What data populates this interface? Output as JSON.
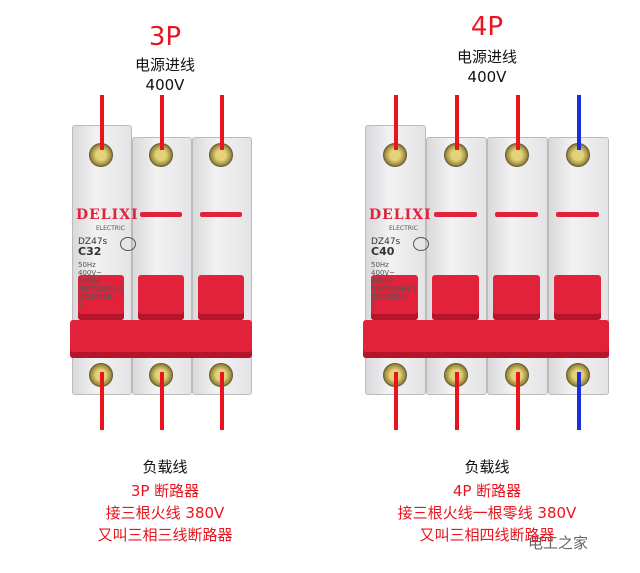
{
  "left": {
    "title": "3P",
    "subtitle": "电源进线",
    "voltage": "400V",
    "brand": "DELIXI",
    "brand_sub": "ELECTRIC",
    "model": "DZ47s",
    "rating": "C32",
    "spec": "50Hz 400V~ 6000A GB/T10963.1 IEC60898-1",
    "bottom_label": "负载线",
    "lines": [
      "3P 断路器",
      "接三根火线 380V",
      "又叫三相三线断路器"
    ],
    "poles": 3,
    "wire_colors": [
      "#e8141e",
      "#e8141e",
      "#e8141e"
    ]
  },
  "right": {
    "title": "4P",
    "subtitle": "电源进线",
    "voltage": "400V",
    "brand": "DELIXI",
    "brand_sub": "ELECTRIC",
    "model": "DZ47s",
    "rating": "C40",
    "spec": "50Hz 400V~ 6000A GB/T10963.1 IEC60898-1",
    "bottom_label": "负载线",
    "lines": [
      "4P 断路器",
      "接三根火线一根零线 380V",
      "又叫三相四线断路器"
    ],
    "poles": 4,
    "wire_colors": [
      "#e8141e",
      "#e8141e",
      "#e8141e",
      "#1a2ee0"
    ]
  },
  "watermark": "电工之家"
}
